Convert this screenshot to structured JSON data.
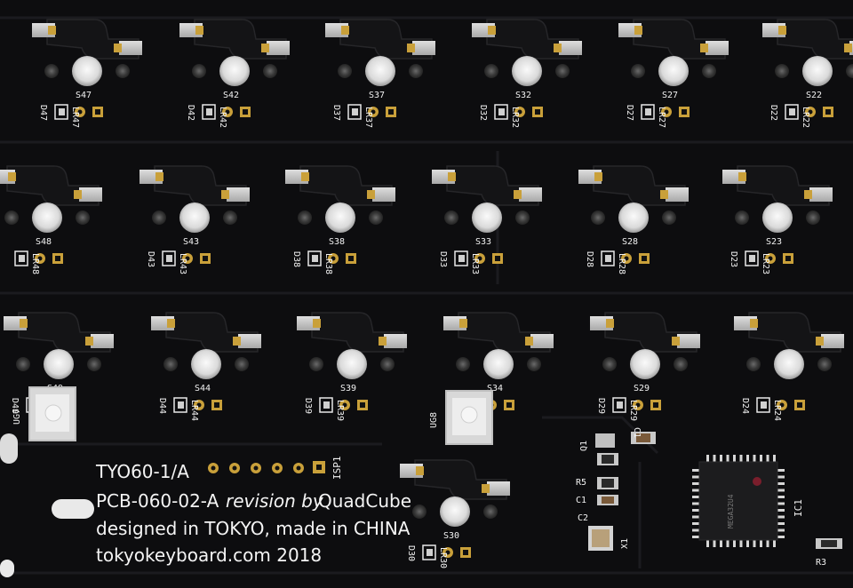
{
  "colors": {
    "board": "#0d0d0f",
    "trace": "#17171a",
    "silkscreen": "#f2f2f2",
    "gold_pad": "#c9a03a",
    "led": "#ffffff",
    "chip": "#1a1a1a"
  },
  "rows": [
    {
      "switches": [
        {
          "switch": "S47",
          "diode": "D47",
          "led": "LR47"
        },
        {
          "switch": "S42",
          "diode": "D42",
          "led": "LR42"
        },
        {
          "switch": "S37",
          "diode": "D37",
          "led": "LR37"
        },
        {
          "switch": "S32",
          "diode": "D32",
          "led": "LR32"
        },
        {
          "switch": "S27",
          "diode": "D27",
          "led": "LR27"
        },
        {
          "switch": "S22",
          "diode": "D22",
          "led": "LR22"
        }
      ]
    },
    {
      "switches": [
        {
          "switch": "S48",
          "diode": "",
          "led": "LR48"
        },
        {
          "switch": "S43",
          "diode": "D43",
          "led": "LR43"
        },
        {
          "switch": "S38",
          "diode": "D38",
          "led": "LR38"
        },
        {
          "switch": "S33",
          "diode": "D33",
          "led": "LR33"
        },
        {
          "switch": "S28",
          "diode": "D28",
          "led": "LR28"
        },
        {
          "switch": "S23",
          "diode": "D23",
          "led": "LR23"
        }
      ]
    },
    {
      "switches": [
        {
          "switch": "S49",
          "diode": "D49",
          "led": "LR49"
        },
        {
          "switch": "S44",
          "diode": "D44",
          "led": "LR44"
        },
        {
          "switch": "S39",
          "diode": "D39",
          "led": "LR39"
        },
        {
          "switch": "S34",
          "diode": "D34",
          "led": "LR34"
        },
        {
          "switch": "S29",
          "diode": "D29",
          "led": "LR29"
        },
        {
          "switch": "",
          "diode": "D24",
          "led": "LR24"
        }
      ]
    }
  ],
  "extra_switch": {
    "switch": "S30",
    "diode": "D30",
    "led": "LR30"
  },
  "underglow": [
    "UG7",
    "UG8"
  ],
  "components": {
    "isp": "ISP1",
    "ic": "IC1",
    "chip_marking": "MEGA32U4",
    "resistors": [
      "R5",
      "R3"
    ],
    "capacitors": [
      "C1",
      "C2",
      "C1"
    ],
    "crystal": "X1",
    "transistor": "Q1"
  },
  "board_text": {
    "line1": "TYO60-1/A",
    "line2_a": "PCB-060-02-A",
    "line2_b": "revision by",
    "line2_c": "QuadCube",
    "line3": "designed in TOKYO, made in CHINA",
    "line4": "tokyokeyboard.com 2018"
  }
}
